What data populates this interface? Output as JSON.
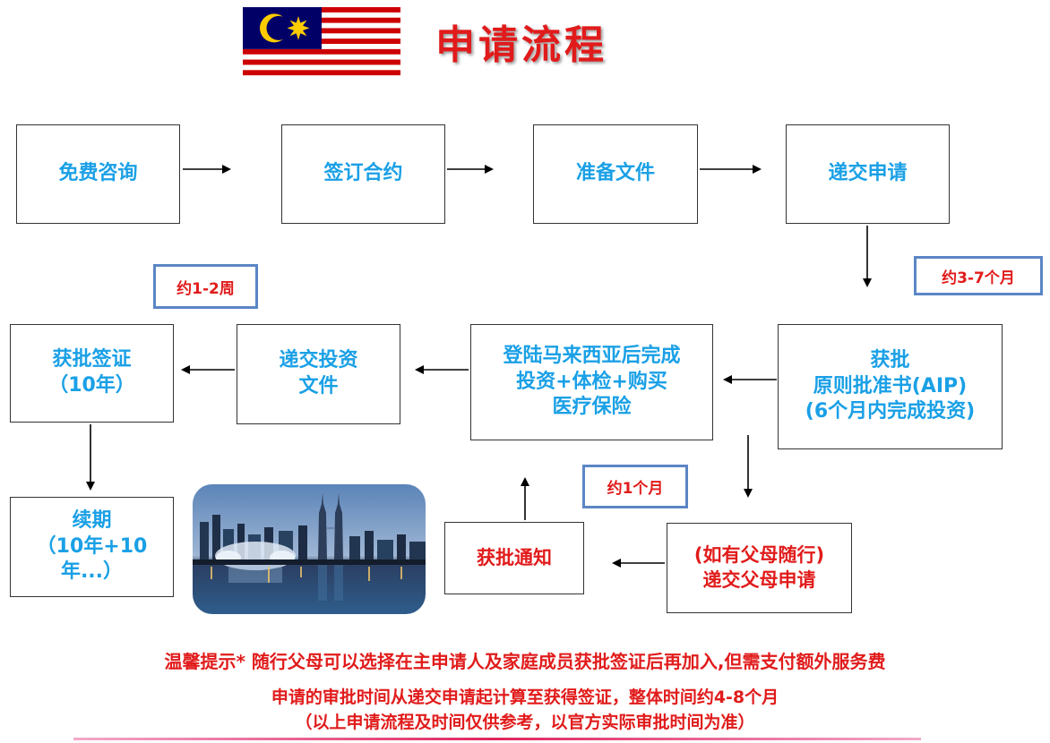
{
  "header": {
    "title": "申请流程"
  },
  "steps": {
    "consult": "免费咨询",
    "contract": "签订合约",
    "docs": "准备文件",
    "submit": "递交申请",
    "aip": [
      "获批",
      "原则批准书(AIP)",
      "(6个月内完成投资)"
    ],
    "invest_complete": [
      "登陆马来西亚后完成",
      "投资+体检+购买",
      "医疗保险"
    ],
    "invest_docs": [
      "递交投资",
      "文件"
    ],
    "visa": [
      "获批签证",
      "（10年）"
    ],
    "renew": [
      "续期",
      "（10年+10年...）"
    ],
    "approval_notice": "获批通知",
    "parents": [
      "(如有父母随行)",
      "递交父母申请"
    ]
  },
  "durations": {
    "aip_wait": "约3-7个月",
    "invest_docs_wait": "约1-2周",
    "parents_wait": "约1个月"
  },
  "notes": {
    "line1": "温馨提示* 随行父母可以选择在主申请人及家庭成员获批签证后再加入,但需支付额外服务费",
    "line2": "申请的审批时间从递交申请起计算至获得签证，整体时间约4-8个月",
    "line3": "（以上申请流程及时间仅供参考，以官方实际审批时间为准）"
  },
  "colors": {
    "step_text": "#1aa0e6",
    "alert_text": "#e11b1b",
    "tag_border": "#5b86c5"
  }
}
